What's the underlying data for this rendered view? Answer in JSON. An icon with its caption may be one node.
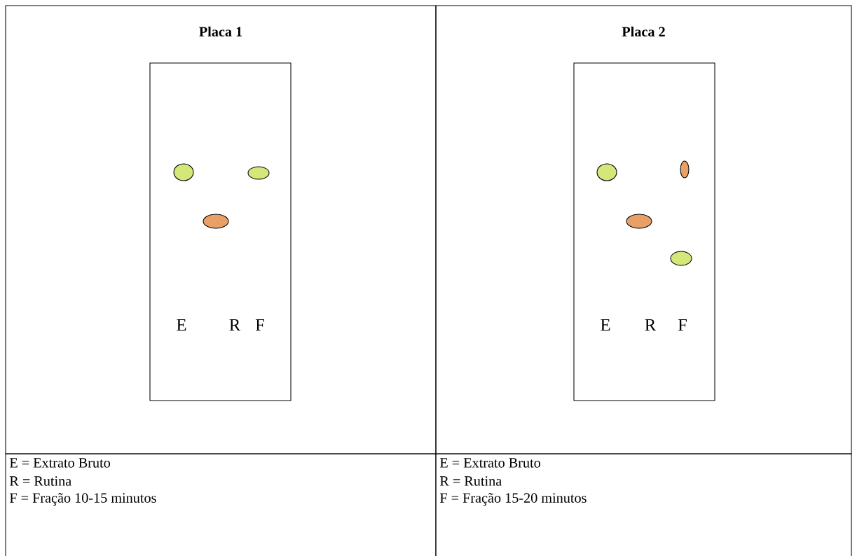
{
  "diagram": {
    "nodes": [
      {
        "text": [
          "Placa 1"
        ]
      },
      {
        "text": [
          "E",
          "R",
          "F"
        ],
        "in": 0
      },
      {
        "text": [],
        "shape": "ellipse",
        "in": 1
      },
      {
        "text": [],
        "shape": "ellipse",
        "in": 1
      },
      {
        "text": [],
        "shape": "ellipse",
        "in": 1
      },
      {
        "text": [
          "Placa 2"
        ]
      },
      {
        "text": [
          "E",
          "R",
          "F"
        ],
        "in": 5
      },
      {
        "text": [],
        "shape": "ellipse",
        "in": 6
      },
      {
        "text": [],
        "shape": "ellipse",
        "in": 6
      },
      {
        "text": [],
        "shape": "ellipse",
        "in": 6
      },
      {
        "text": [],
        "shape": "ellipse",
        "in": 6
      },
      {
        "text": [
          "E = Extrato Bruto",
          "R = Rutina",
          "F = Fração 10-15 minutos"
        ]
      },
      {
        "text": [
          "E = Extrato Bruto",
          "R = Rutina",
          "F = Fração 15-20 minutos"
        ]
      }
    ]
  }
}
